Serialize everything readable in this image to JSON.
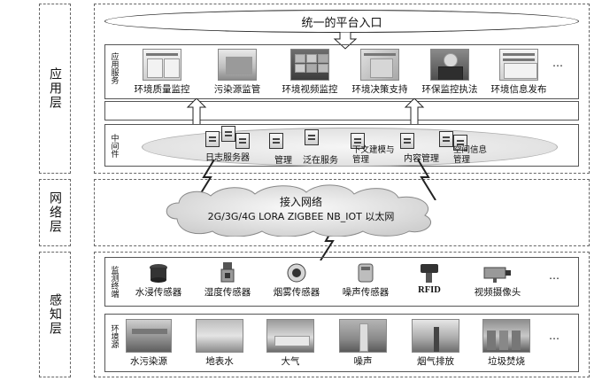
{
  "layers": {
    "application": "应用层",
    "network": "网络层",
    "perception": "感知层"
  },
  "portal": {
    "label": "统一的平台入口"
  },
  "app_services": {
    "label": "应用服务",
    "items": [
      {
        "label": "环境质量监控",
        "icon": "monitor-screenshot"
      },
      {
        "label": "污染源监管",
        "icon": "pollution-source-photo"
      },
      {
        "label": "环境视频监控",
        "icon": "video-wall-photo"
      },
      {
        "label": "环境决策支持",
        "icon": "decision-map-screenshot"
      },
      {
        "label": "环保监控执法",
        "icon": "officer-photo"
      },
      {
        "label": "环境信息发布",
        "icon": "info-site-screenshot"
      }
    ],
    "more": "…"
  },
  "middleware": {
    "label": "中间件",
    "items": [
      {
        "label": "日志服务器"
      },
      {
        "label": "管理"
      },
      {
        "label": "泛在服务"
      },
      {
        "label": "下文建模与管理"
      },
      {
        "label": "内容管理"
      },
      {
        "label": "空间信息管理"
      }
    ]
  },
  "access_network": {
    "title": "接入网络",
    "protocols": "2G/3G/4G LORA ZIGBEE NB_IOT 以太网"
  },
  "monitoring_terminals": {
    "label": "监测终端",
    "items": [
      {
        "label": "水浸传感器",
        "icon": "water-sensor-icon"
      },
      {
        "label": "湿度传感器",
        "icon": "humidity-sensor-icon"
      },
      {
        "label": "烟雾传感器",
        "icon": "smoke-sensor-icon"
      },
      {
        "label": "噪声传感器",
        "icon": "noise-sensor-icon"
      },
      {
        "label": "RFID",
        "icon": "rfid-reader-icon"
      },
      {
        "label": "视频摄像头",
        "icon": "camera-icon"
      }
    ],
    "more": "…"
  },
  "environment_sources": {
    "label": "环境源",
    "items": [
      {
        "label": "水污染源"
      },
      {
        "label": "地表水"
      },
      {
        "label": "大气"
      },
      {
        "label": "噪声"
      },
      {
        "label": "烟气排放"
      },
      {
        "label": "垃圾焚烧"
      }
    ],
    "more": "…"
  }
}
